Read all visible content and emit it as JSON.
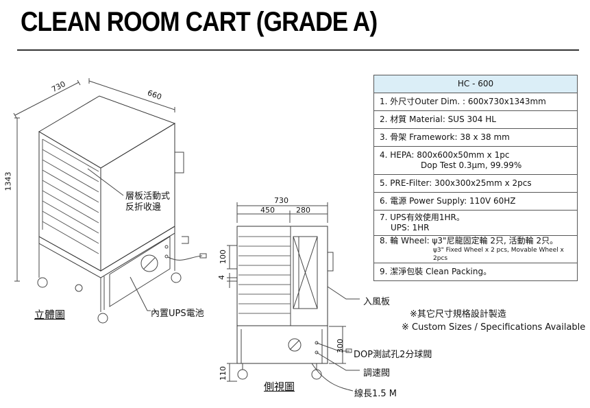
{
  "title": "CLEAN ROOM CART  (GRADE A)",
  "iso_view": {
    "dim_width": "730",
    "dim_depth": "660",
    "dim_height": "1343",
    "shelf_label_1": "層板活動式",
    "shelf_label_2": "反折收邊",
    "ups_label": "內置UPS電池",
    "caption": "立體圖"
  },
  "side_view": {
    "dim_total": "730",
    "dim_left": "450",
    "dim_right": "280",
    "dim_100": "100",
    "dim_4": "4",
    "dim_300": "300",
    "dim_110": "110",
    "inlet_label": "入風板",
    "dop_label": "DOP測試孔2分球閥",
    "speed_label": "調速閥",
    "cable_label": "線長1.5 M",
    "caption": "側視圖"
  },
  "spec": {
    "model": "HC - 600",
    "row1": "1. 外尺寸Outer Dim. : 600x730x1343mm",
    "row2": "2. 材質 Material: SUS 304 HL",
    "row3": "3. 骨架 Framework: 38 x 38 mm",
    "row4a": "4. HEPA: 800x600x50mm x 1pc",
    "row4b": "Dop Test 0.3μm, 99.99%",
    "row5": "5. PRE-Filter: 300x300x25mm x 2pcs",
    "row6": "6. 電源 Power Supply: 110V 60HZ",
    "row7a": "7. UPS有效使用1HR。",
    "row7b": "UPS: 1HR",
    "row8a": "8. 輪 Wheel: ψ3\"尼龍固定輪 2只, 活動輪 2只。",
    "row8b": "ψ3\" Fixed Wheel x 2 pcs, Movable Wheel x 2pcs",
    "row9": "9. 潔淨包裝 Clean Packing。"
  },
  "notes": {
    "cn": "※其它尺寸規格設計製造",
    "en": "※ Custom Sizes / Specifications Available"
  }
}
